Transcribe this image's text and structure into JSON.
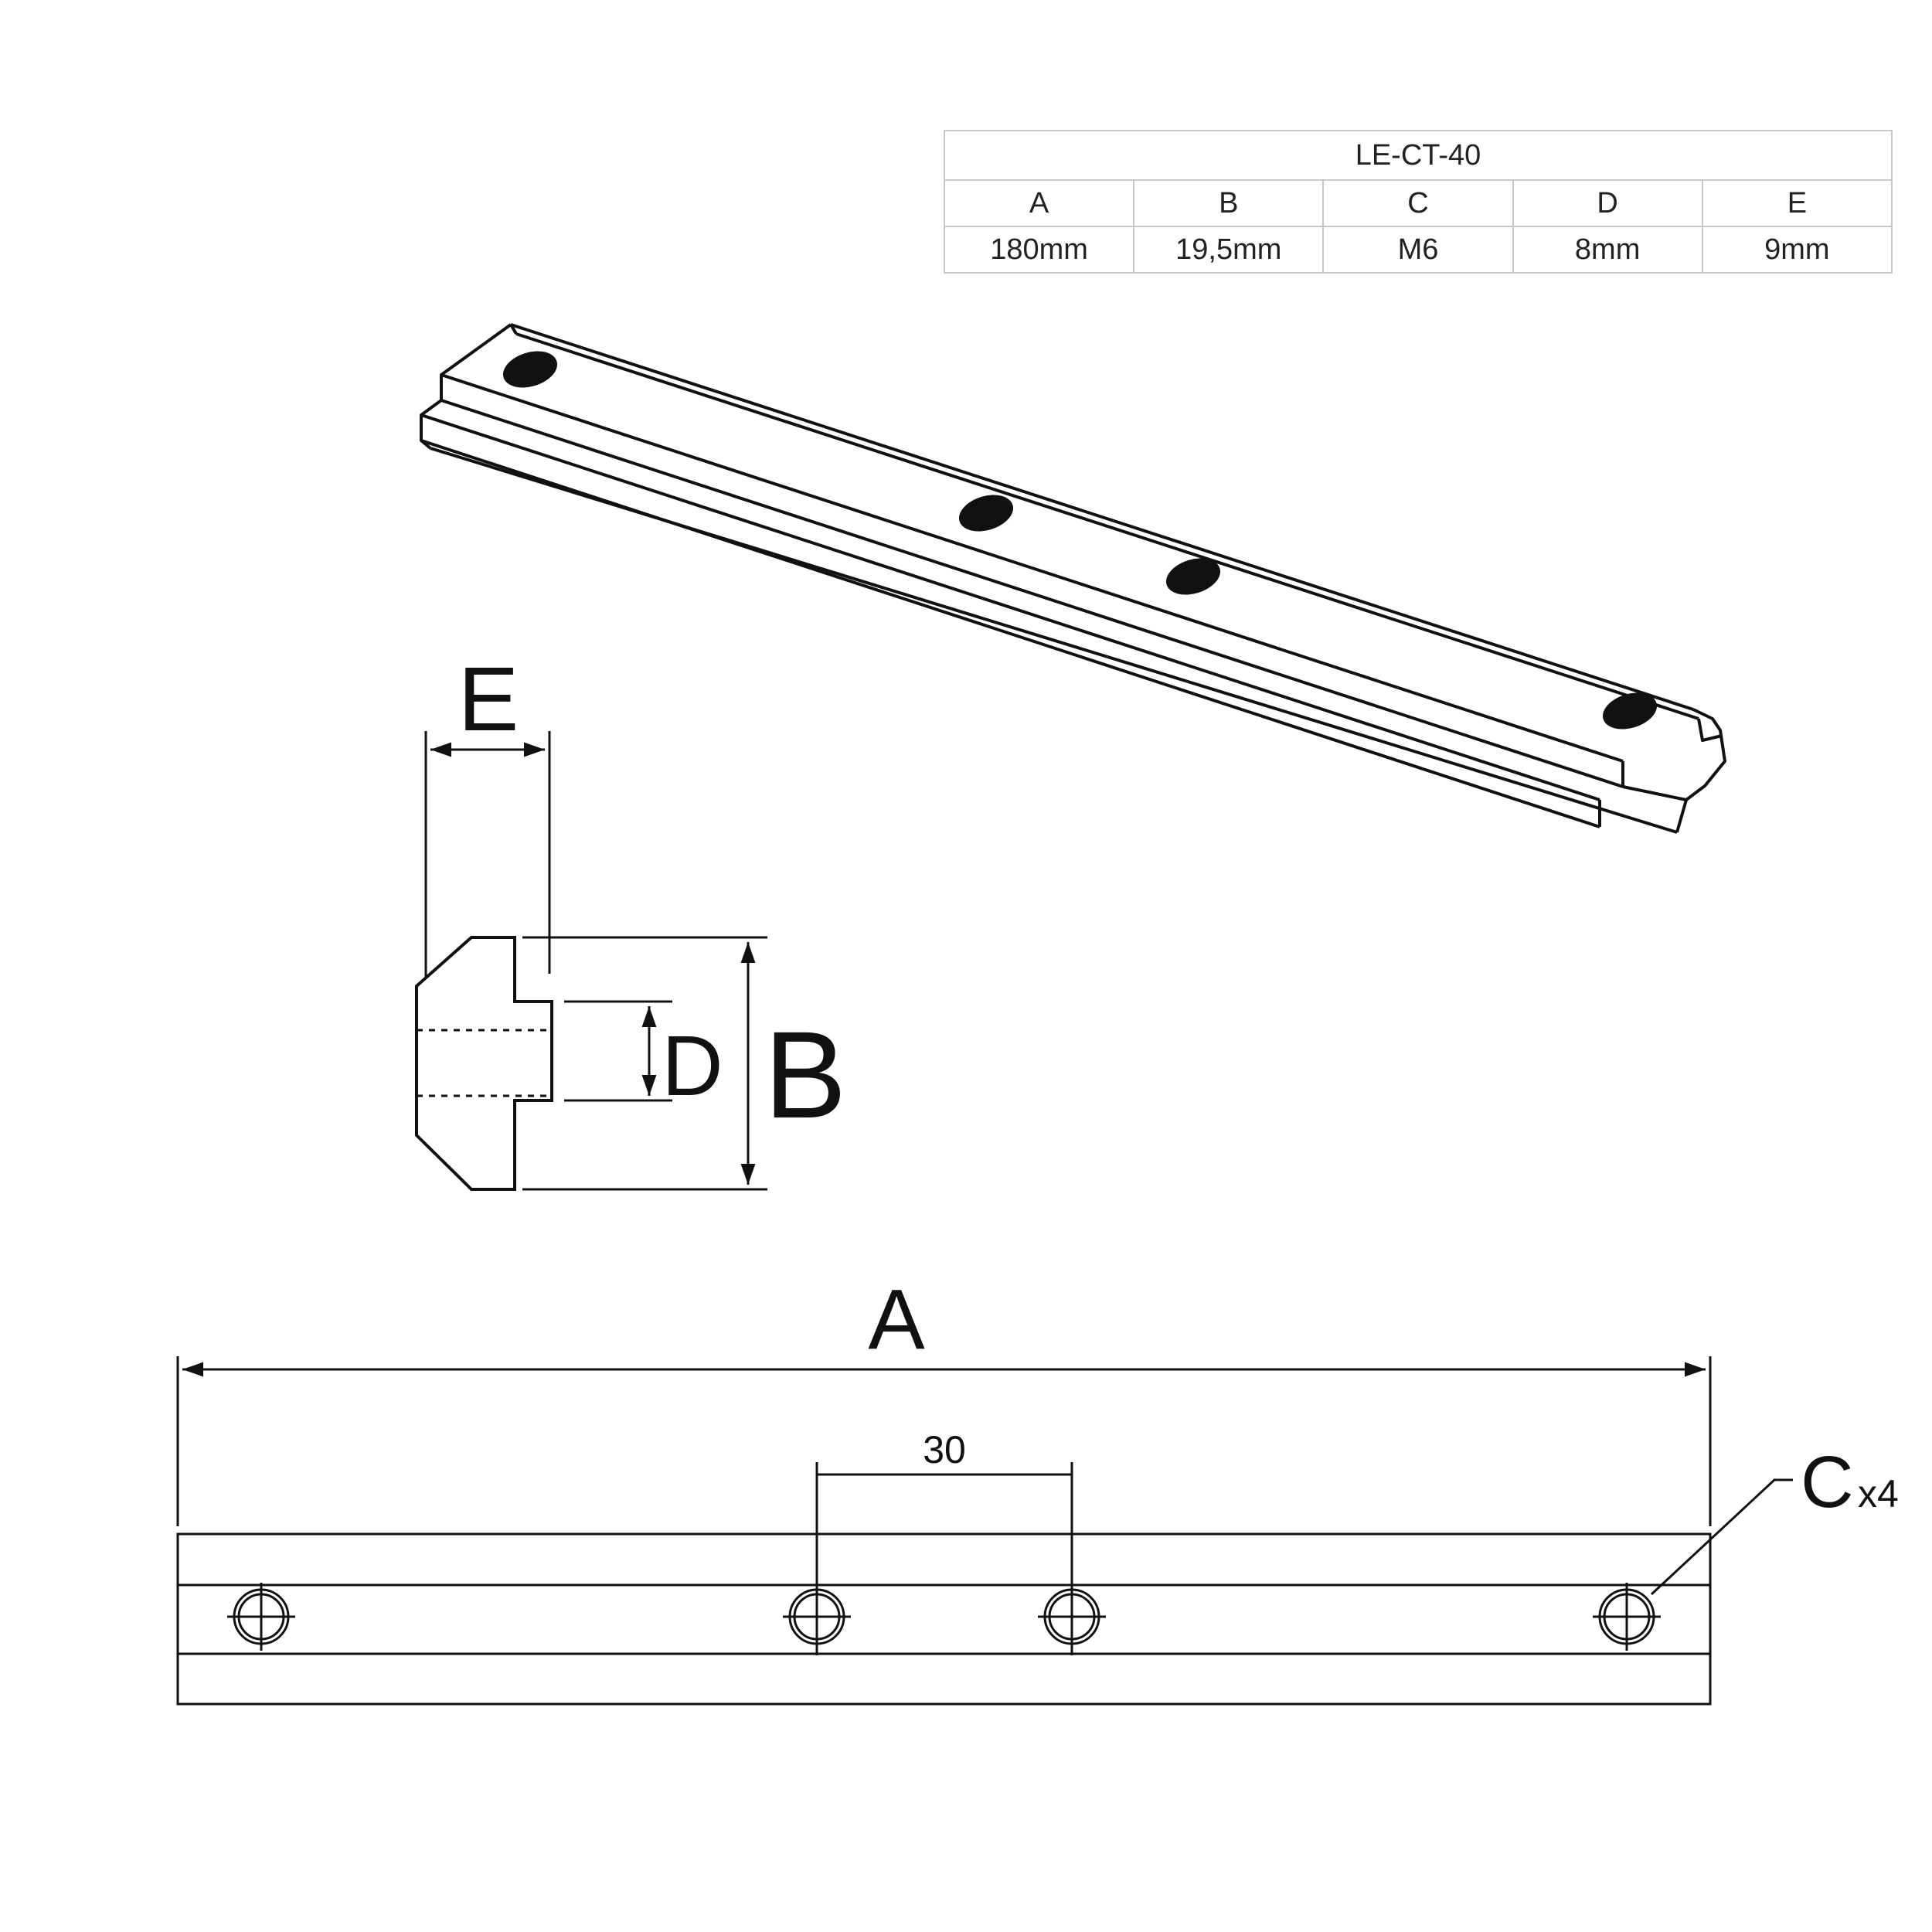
{
  "table": {
    "title": "LE-CT-40",
    "headers": [
      "A",
      "B",
      "C",
      "D",
      "E"
    ],
    "values": [
      "180mm",
      "19,5mm",
      "M6",
      "8mm",
      "9mm"
    ]
  },
  "labels": {
    "a": "A",
    "b": "B",
    "c": "C",
    "c_count": "x4",
    "d": "D",
    "e": "E",
    "spacing": "30"
  }
}
